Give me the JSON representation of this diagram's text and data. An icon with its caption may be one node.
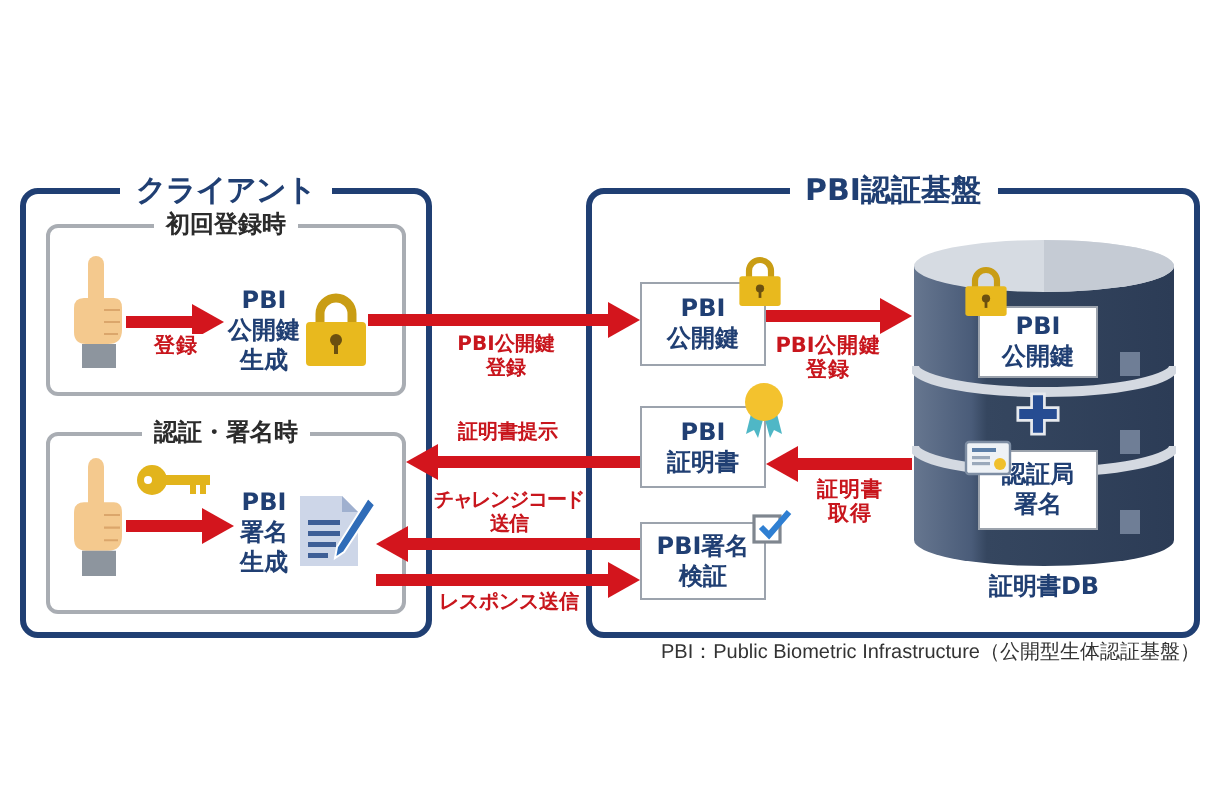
{
  "diagram": {
    "nodes": [
      {
        "text": [
          "クライアント"
        ]
      },
      {
        "text": [
          "初回登録時"
        ],
        "in": 0
      },
      {
        "text": [],
        "shape": "picture",
        "in": 1
      },
      {
        "text": [
          "PBI公開鍵生成"
        ],
        "in": 1
      },
      {
        "text": [],
        "shape": "picture",
        "in": 1
      },
      {
        "text": [
          "認証・署名時"
        ],
        "in": 0
      },
      {
        "text": [],
        "shape": "picture",
        "in": 5
      },
      {
        "text": [
          "PBI署名生成"
        ],
        "in": 5
      },
      {
        "text": [],
        "shape": "picture",
        "in": 5
      },
      {
        "text": [
          "PBI認証基盤"
        ]
      },
      {
        "text": [
          "PBI公開鍵"
        ],
        "in": 9
      },
      {
        "text": [
          "PBI証明書"
        ],
        "in": 9
      },
      {
        "text": [
          "PBI署名検証"
        ],
        "in": 9
      },
      {
        "text": [
          "証明書DB"
        ],
        "in": 9
      },
      {
        "text": [
          "PBI公開鍵"
        ],
        "in": 13
      },
      {
        "text": [
          "認証局署名"
        ],
        "in": 13
      }
    ],
    "edges": [
      {
        "from": 2,
        "to": 3,
        "arrow": "to",
        "label": "登録"
      },
      {
        "from": 4,
        "to": 10,
        "arrow": "to",
        "label": "PBI公開鍵登録"
      },
      {
        "from": 10,
        "to": 13,
        "arrow": "to",
        "label": "PBI公開鍵登録"
      },
      {
        "from": 13,
        "to": 11,
        "arrow": "to",
        "label": "証明書取得"
      },
      {
        "from": 11,
        "to": 5,
        "arrow": "to",
        "label": "証明書提示"
      },
      {
        "from": 12,
        "to": 8,
        "arrow": "to",
        "label": "チャレンジコード送信"
      },
      {
        "from": 8,
        "to": 12,
        "arrow": "to",
        "label": "レスポンス送信"
      },
      {
        "from": 6,
        "to": 7,
        "arrow": "to"
      }
    ],
    "labels": [
      "PBI：Public Biometric Infrastructure（公開型生体認証基盤）"
    ]
  }
}
